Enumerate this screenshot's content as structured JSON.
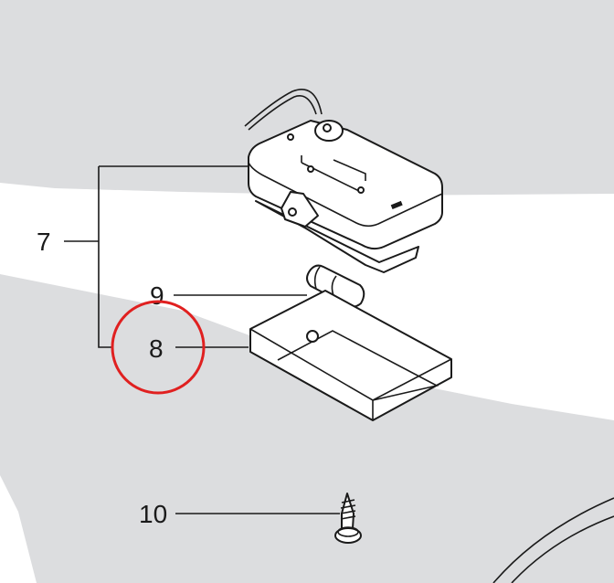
{
  "diagram": {
    "callouts": [
      {
        "id": "7",
        "label": "7"
      },
      {
        "id": "8",
        "label": "8",
        "highlighted": true
      },
      {
        "id": "9",
        "label": "9"
      },
      {
        "id": "10",
        "label": "10"
      }
    ],
    "colors": {
      "background_gray": "#dcdddf",
      "highlight": "#e02020",
      "ink": "#1a1a1a"
    }
  }
}
